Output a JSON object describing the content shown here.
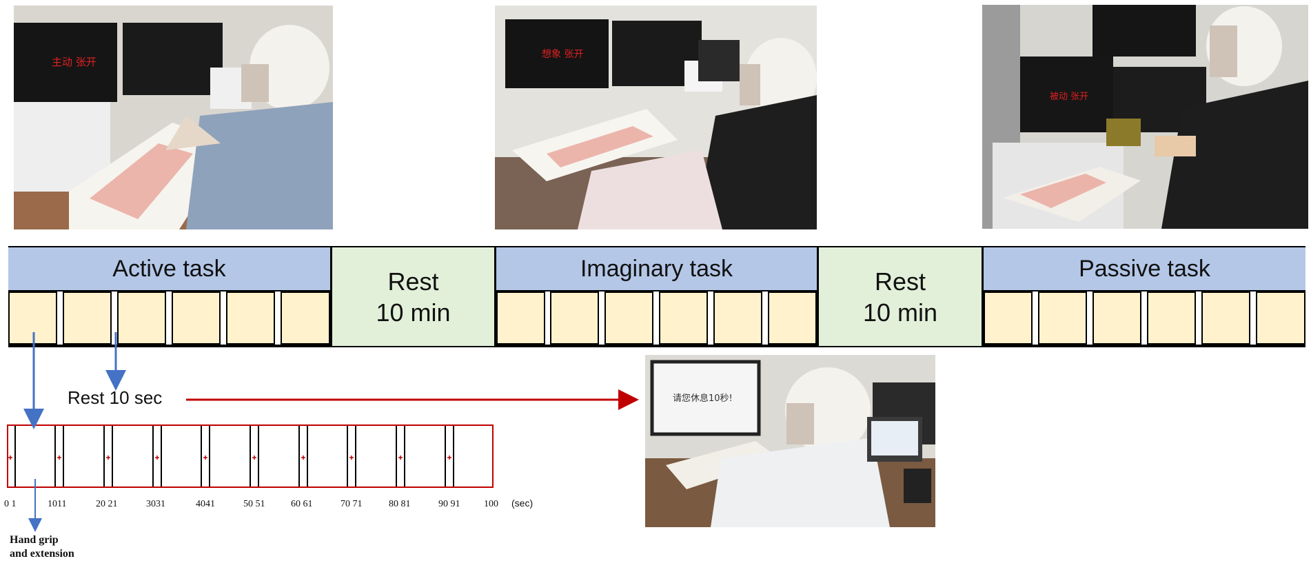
{
  "photos": [
    {
      "screen_text": "主动 张开"
    },
    {
      "screen_text": "想象 张开"
    },
    {
      "screen_text": "被动 张开"
    },
    {
      "screen_text": "请您休息10秒!"
    }
  ],
  "timeline": {
    "active": {
      "title": "Active task"
    },
    "rest1": {
      "line1": "Rest",
      "line2": "10 min"
    },
    "imaginary": {
      "title": "Imaginary task"
    },
    "rest2": {
      "line1": "Rest",
      "line2": "10 min"
    },
    "passive": {
      "title": "Passive task"
    }
  },
  "rest_short_label": "Rest 10 sec",
  "trial_axis": {
    "ticks": [
      "0 1",
      "1011",
      "20 21",
      "3031",
      "4041",
      "50 51",
      "60 61",
      "70 71",
      "80 81",
      "90 91",
      "100"
    ],
    "unit": "(sec)"
  },
  "annotation": {
    "line1": "Hand grip",
    "line2": "and extension"
  },
  "colors": {
    "task_header": "#b4c7e7",
    "trial_box": "#fff2cc",
    "rest_block": "#e2f0d9",
    "blue_arrow": "#4472c4",
    "red_arrow": "#c00000"
  }
}
